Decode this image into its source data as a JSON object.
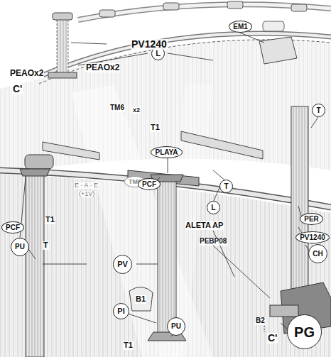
{
  "diagram": {
    "nodes": [
      {
        "text": [
          "EM1"
        ]
      },
      {
        "text": [
          "L"
        ]
      },
      {
        "text": [
          "T"
        ]
      },
      {
        "text": [
          "PLAYA"
        ]
      },
      {
        "text": [
          "TM6"
        ]
      },
      {
        "text": [
          "PCF"
        ]
      },
      {
        "text": [
          "T"
        ]
      },
      {
        "text": [
          "L"
        ]
      },
      {
        "text": [
          "PER"
        ]
      },
      {
        "text": [
          "PCF"
        ]
      },
      {
        "text": [
          "PU"
        ]
      },
      {
        "text": [
          "PV1240"
        ]
      },
      {
        "text": [
          "CH"
        ]
      },
      {
        "text": [
          "PV"
        ]
      },
      {
        "text": [
          "PI"
        ]
      },
      {
        "text": [
          "PU"
        ]
      },
      {
        "text": [
          "PG"
        ]
      }
    ],
    "edges": [],
    "labels": [
      "PV1240",
      "PEAOx2",
      "PEAOx2",
      "C'",
      "TM6",
      "x2",
      "T1",
      "T1",
      "T",
      "E · A · E",
      "(+1V)",
      "ALETA AP",
      "PEBP08",
      "B1",
      "B2",
      "C'",
      "T1"
    ]
  }
}
